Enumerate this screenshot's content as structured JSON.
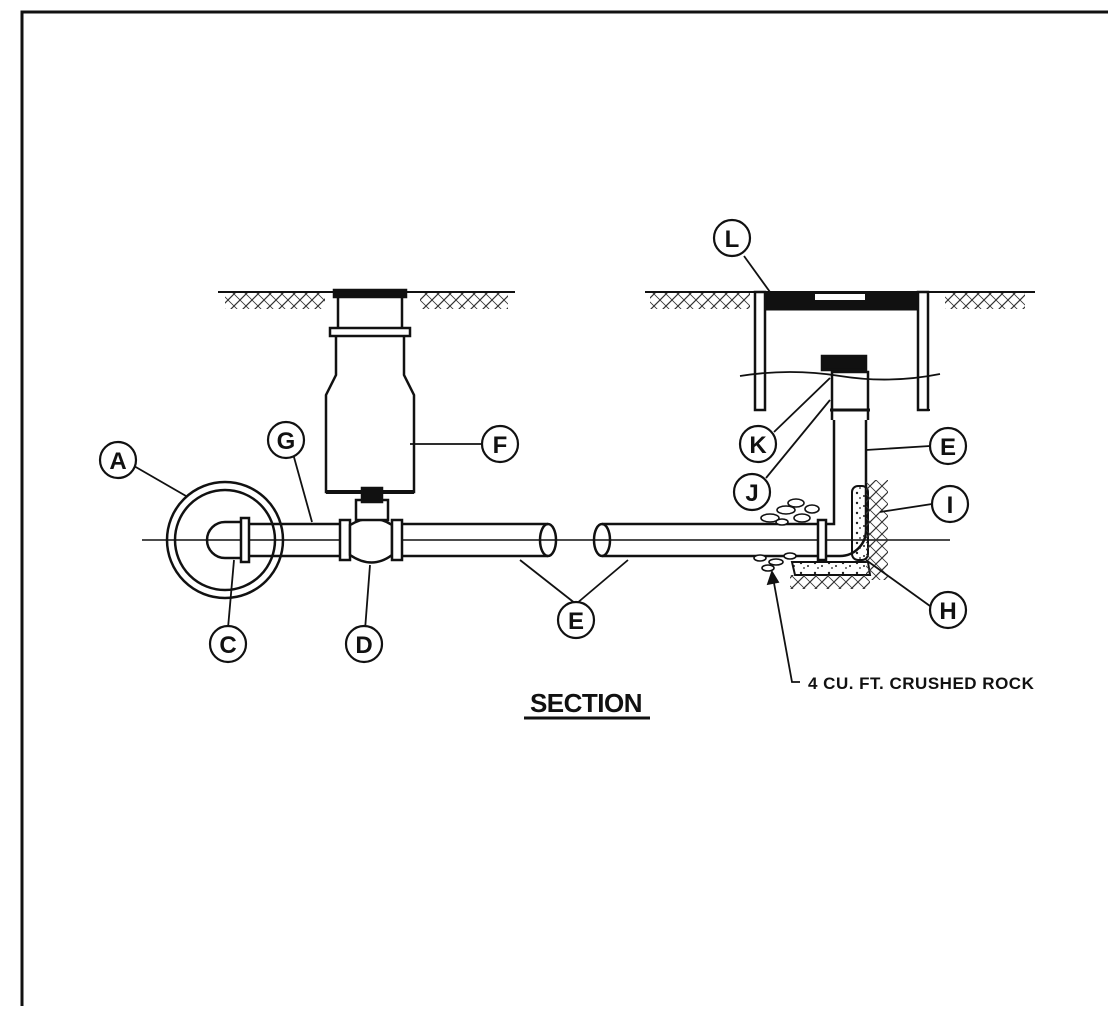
{
  "drawing": {
    "title": "SECTION",
    "note_rock": "4 CU. FT. CRUSHED ROCK",
    "callouts": {
      "A": "A",
      "C": "C",
      "D": "D",
      "E1": "E",
      "E2": "E",
      "F": "F",
      "G": "G",
      "H": "H",
      "I": "I",
      "J": "J",
      "K": "K",
      "L": "L"
    }
  }
}
